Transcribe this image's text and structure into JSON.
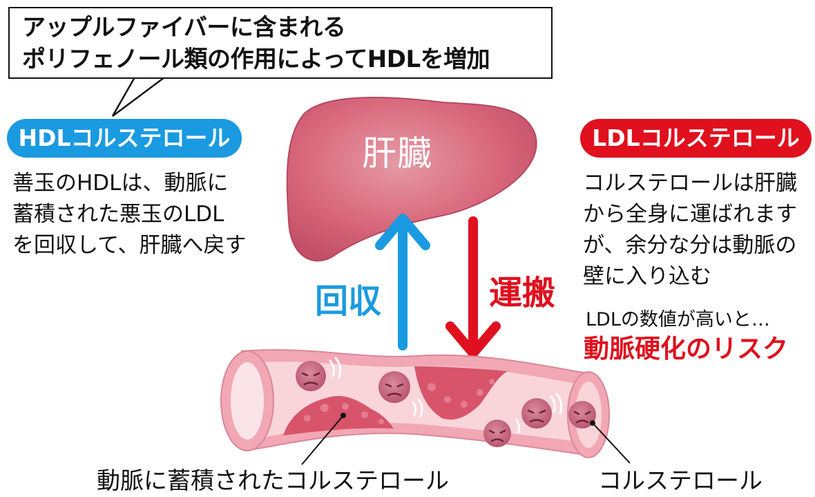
{
  "callout": {
    "line1": "アップルファイバーに含まれる",
    "line2": "ポリフェノール類の作用によってHDLを増加"
  },
  "hdl": {
    "title": "HDLコルステロール",
    "desc": [
      "善玉のHDLは、動脈に",
      "蓄積された悪玉のLDL",
      "を回収して、肝臓へ戻す"
    ]
  },
  "ldl": {
    "title": "LDLコルステロール",
    "desc": [
      "コルステロールは肝臓",
      "から全身に運ばれます",
      "が、余分な分は動脈の",
      "壁に入り込む"
    ],
    "warning_lead": "LDLの数値が高いと…",
    "warning_risk": "動脈硬化のリスク"
  },
  "liver_label": "肝臓",
  "arrows": {
    "recover": "回収",
    "transport": "運搬"
  },
  "artery": {
    "plaque_label": "動脈に蓄積されたコルステロール",
    "cholesterol_label": "コルステロール"
  },
  "colors": {
    "hdl_blue": "#1a9ae0",
    "ldl_red": "#e0101e",
    "liver": "#d9687c",
    "artery_wall": "#f2a7b4",
    "artery_inner": "#f9d5da",
    "plaque": "#d8546a",
    "particle": "#c2637a"
  }
}
